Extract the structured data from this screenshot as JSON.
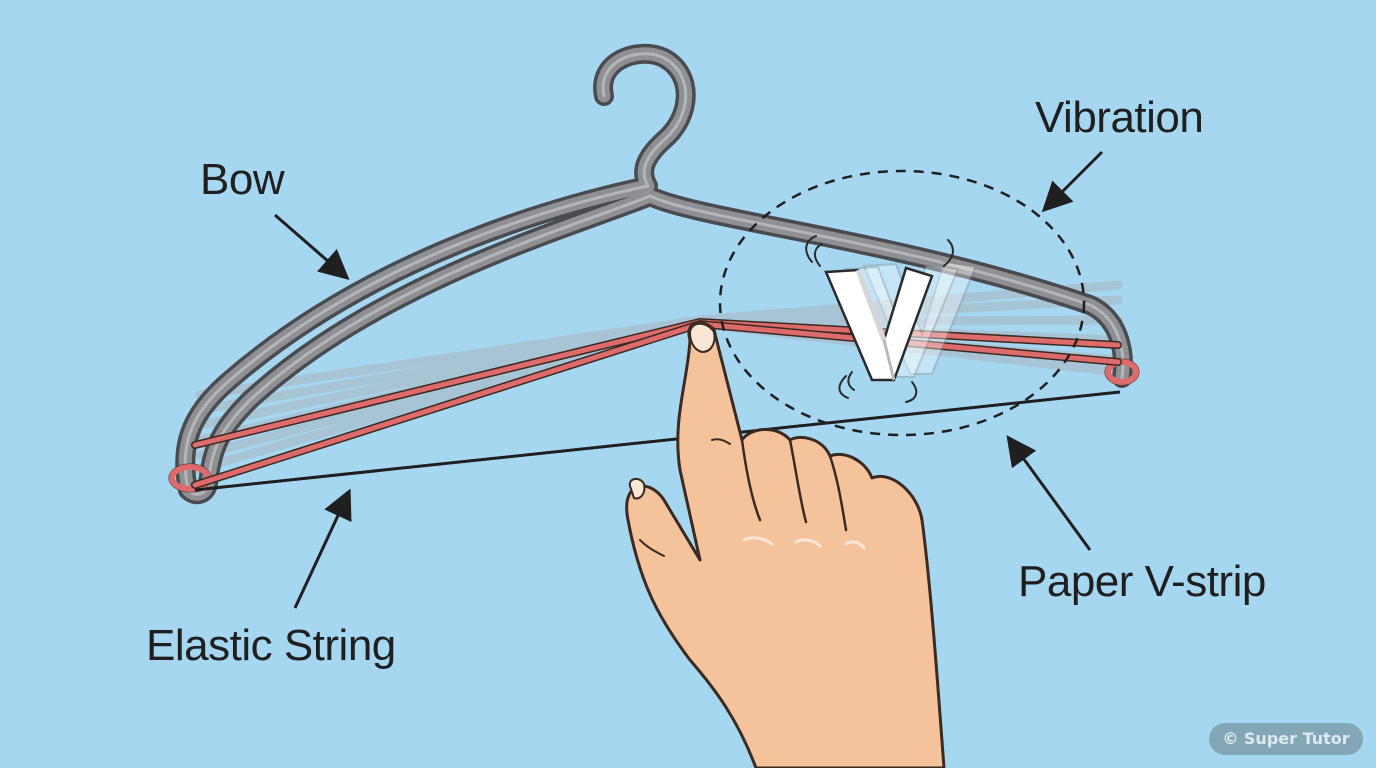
{
  "labels": {
    "bow": "Bow",
    "vibration": "Vibration",
    "elastic_string": "Elastic String",
    "paper_v_strip": "Paper V-strip",
    "v_letter": "V"
  },
  "watermark": "© Super Tutor",
  "colors": {
    "background": "#a5d8f0",
    "hanger": "#8e9094",
    "hanger_outline": "#4a4b4f",
    "elastic": "#de6b6b",
    "elastic_blur": "#a9b3bd",
    "skin": "#f4c39c",
    "skin_outline": "#3a2a20",
    "paper": "#ffffff",
    "text": "#1f1f1f"
  }
}
